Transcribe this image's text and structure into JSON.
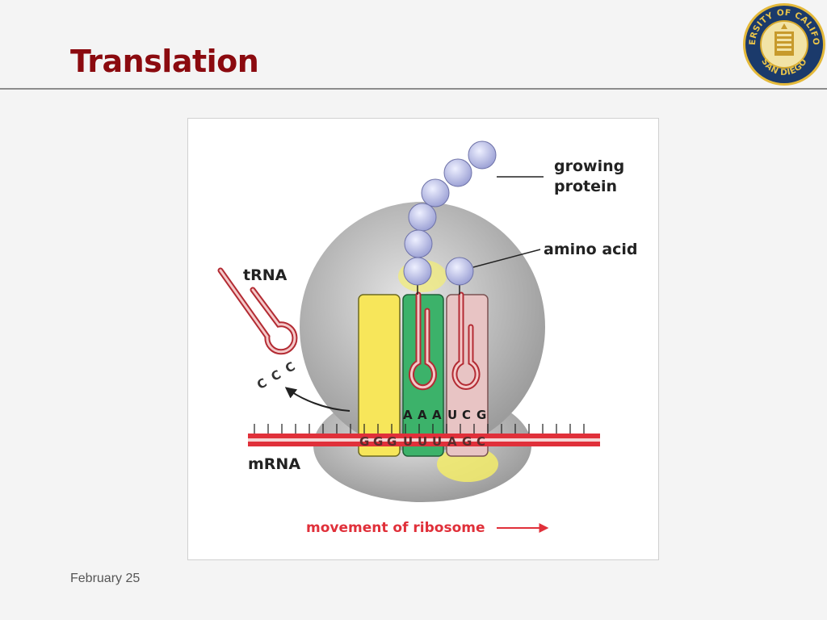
{
  "slide": {
    "title": "Translation",
    "footer_date": "February 25"
  },
  "seal": {
    "top_text": "UNIVERSITY OF CALIFORNIA",
    "bottom_text": "SAN DIEGO"
  },
  "diagram": {
    "labels": {
      "growing_protein_line1": "growing",
      "growing_protein_line2": "protein",
      "amino_acid": "amino acid",
      "trna": "tRNA",
      "mrna": "mRNA",
      "movement": "movement of ribosome"
    },
    "trna_anticodon_exiting": [
      "C",
      "C",
      "C"
    ],
    "trna_anticodon_p_site": [
      "A",
      "A",
      "A"
    ],
    "trna_anticodon_a_site": [
      "U",
      "C",
      "G"
    ],
    "mrna_codons": [
      "G",
      "G",
      "G",
      "U",
      "U",
      "U",
      "A",
      "G",
      "C"
    ]
  },
  "colors": {
    "title": "#8b0a0f",
    "mrna_red": "#e0303a",
    "e_site_yellow": "#f7e65a",
    "p_site_green": "#3cb26a",
    "a_site_pink": "#e8c4c4",
    "amino_acid": "#c3c6ec",
    "ribosome_gray": "#b5b5b5"
  }
}
